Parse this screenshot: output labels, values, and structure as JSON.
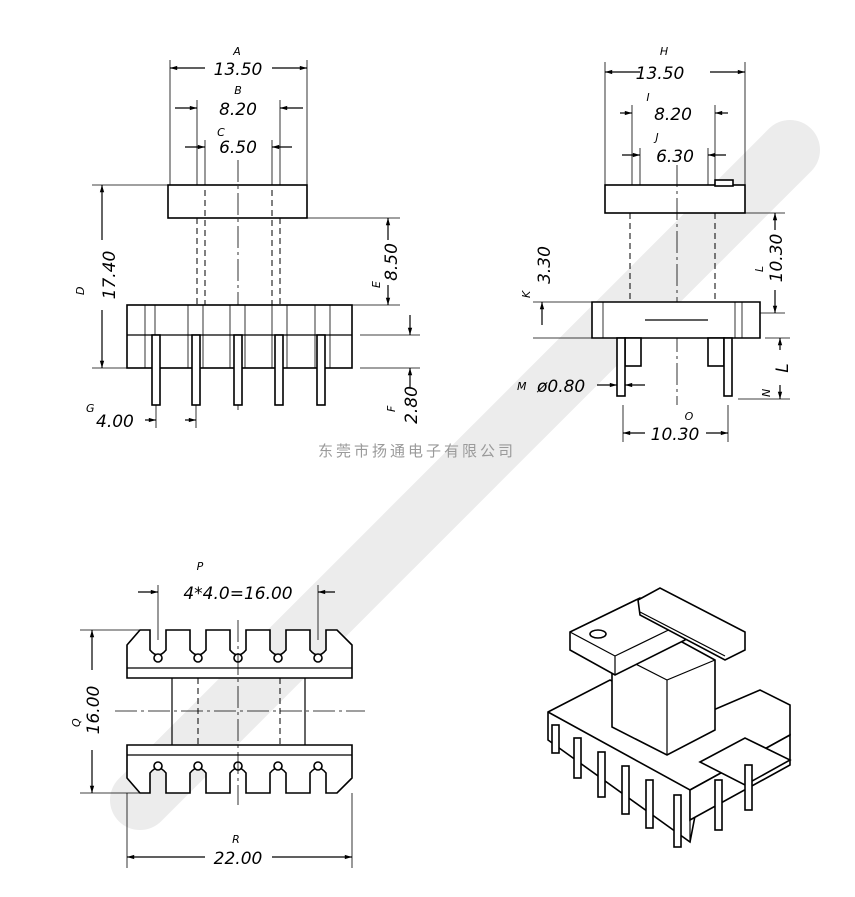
{
  "company": "东莞市扬通电子有限公司",
  "front_view": {
    "A": {
      "label": "A",
      "value": "13.50"
    },
    "B": {
      "label": "B",
      "value": "8.20"
    },
    "C": {
      "label": "C",
      "value": "6.50"
    },
    "D": {
      "label": "D",
      "value": "17.40"
    },
    "E": {
      "label": "E",
      "value": "8.50"
    },
    "F": {
      "label": "F",
      "value": "2.80"
    },
    "G": {
      "label": "G",
      "value": "4.00"
    }
  },
  "side_view": {
    "H": {
      "label": "H",
      "value": "13.50"
    },
    "I": {
      "label": "I",
      "value": "8.20"
    },
    "J": {
      "label": "J",
      "value": "6.30"
    },
    "K": {
      "label": "K",
      "value": "3.30"
    },
    "L": {
      "label": "L",
      "value": "10.30"
    },
    "M": {
      "label": "M",
      "value": "ø0.80"
    },
    "N": {
      "label": "N",
      "value": "L"
    },
    "O": {
      "label": "O",
      "value": "10.30"
    }
  },
  "bottom_view": {
    "P": {
      "label": "P",
      "value": "4*4.0=16.00"
    },
    "Q": {
      "label": "Q",
      "value": "16.00"
    },
    "R": {
      "label": "R",
      "value": "22.00"
    }
  }
}
